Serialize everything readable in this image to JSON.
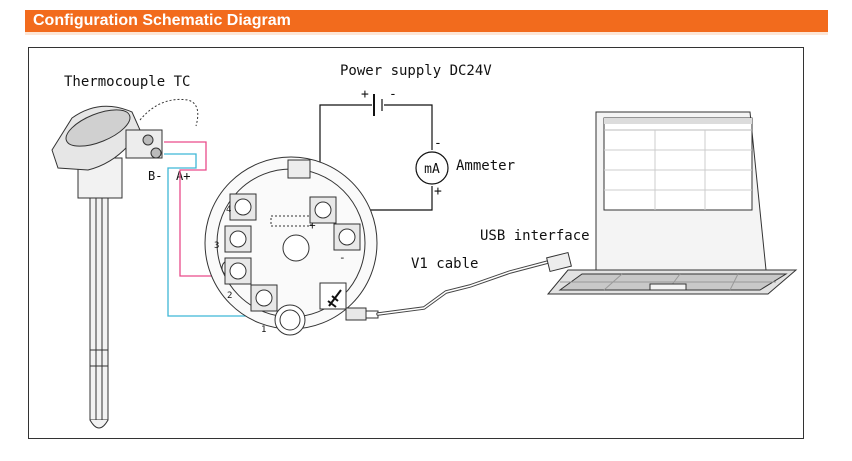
{
  "header": {
    "title": "Configuration Schematic Diagram"
  },
  "diagram": {
    "thermocouple_label": "Thermocouple TC",
    "power_label": "Power supply DC24V",
    "ammeter_label": "Ammeter",
    "meter_symbol": "mA",
    "usb_label": "USB interface",
    "cable_label": "V1 cable",
    "b_minus": "B-",
    "a_plus": "A+",
    "plus_sign": "+",
    "minus_sign": "-",
    "terminal_numbers": [
      "1",
      "2",
      "3",
      "4"
    ]
  },
  "colors": {
    "header": "#f26b1d",
    "wire_pink": "#e94b8a",
    "wire_cyan": "#3fb7d6",
    "line": "#111111"
  }
}
